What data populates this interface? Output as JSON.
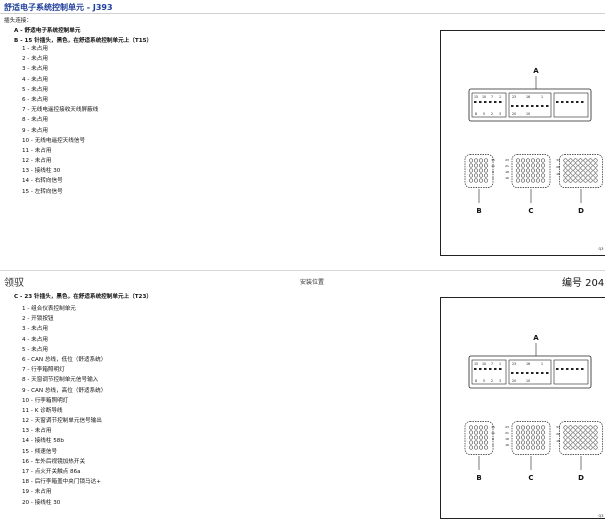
{
  "title": "舒适电子系统控制单元 - J393",
  "top": {
    "intro": "插头连接：",
    "a_label": "A - 舒适电子系统控制单元",
    "b_label": "B - 15 针插头，黑色，在舒适系统控制单元上（T15）",
    "pins": [
      "1 - 未占用",
      "2 - 未占用",
      "3 - 未占用",
      "4 - 未占用",
      "5 - 未占用",
      "6 - 未占用",
      "7 - 无线电遥控接收天线屏蔽线",
      "8 - 未占用",
      "9 - 未占用",
      "10 - 无线电遥控天线信号",
      "11 - 未占用",
      "12 - 未占用",
      "13 - 接线柱 30",
      "14 - 右转向信号",
      "15 - 左转向信号"
    ]
  },
  "divider": {
    "left": "领驭",
    "middle": "安装位置",
    "right": "编号 204"
  },
  "bottom": {
    "c_label": "C - 23 针插头，黑色，在舒适系统控制单元上（T23）",
    "pins": [
      "1 - 组合仪表控制单元",
      "2 - 开锁按钮",
      "3 - 未占用",
      "4 - 未占用",
      "5 - 未占用",
      "6 - CAN 总线，低位（舒适系统）",
      "7 - 行李箱照明灯",
      "8 - 天窗调节控制单元信号输入",
      "9 - CAN 总线，高位（舒适系统）",
      "10 - 行李箱照明灯",
      "11 - K 诊断导线",
      "12 - 天窗调节控制单元信号输出",
      "13 - 未占用",
      "14 - 接线柱 58b",
      "15 - 倾速信号",
      "16 - 车外后视镜加热开关",
      "17 - 点火开关触点 86a",
      "18 - 后行李箱盖中央门锁马达+",
      "19 - 未占用",
      "20 - 接线柱 30"
    ]
  },
  "diagram": {
    "labels": {
      "a": "A",
      "b": "B",
      "c": "C",
      "d": "D"
    },
    "pin_numbers": {
      "a_row1": [
        "15",
        "10",
        "7",
        "1"
      ],
      "a_row2": [
        "8",
        "5",
        "2",
        "3"
      ],
      "a_mid1": [
        "23",
        "16",
        "1"
      ],
      "a_mid2": [
        "20",
        "10"
      ],
      "b_side": [
        "15",
        "11",
        "8",
        "1"
      ],
      "c_side": [
        "23",
        "21",
        "18",
        "16"
      ],
      "d_side": [
        "34",
        "26",
        "18"
      ]
    },
    "corner_code": "Q3"
  }
}
